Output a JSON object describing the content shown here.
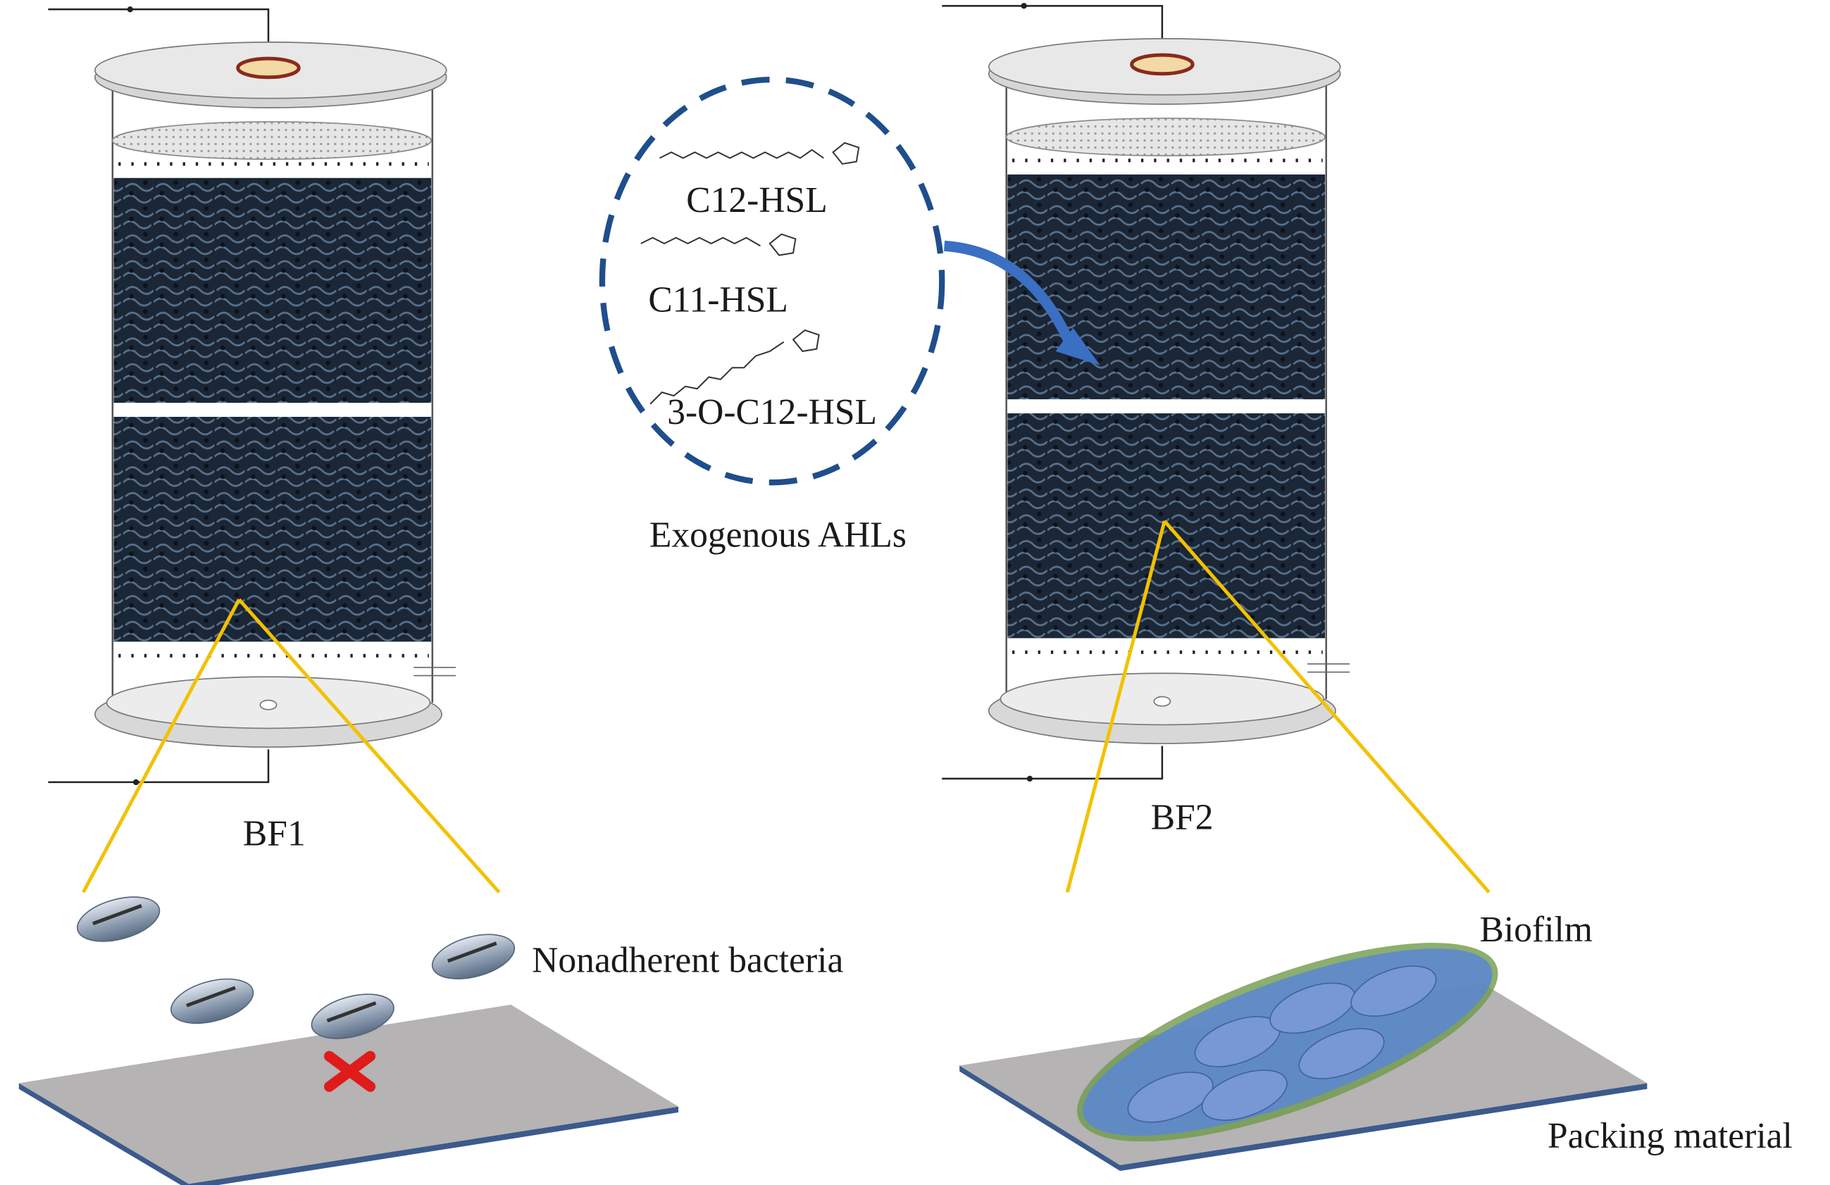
{
  "labels": {
    "c12": "C12-HSL",
    "c11": "C11-HSL",
    "oc12": "3-O-C12-HSL",
    "exogenous": "Exogenous AHLs",
    "bf1": "BF1",
    "bf2": "BF2",
    "nonadherent": "Nonadherent bacteria",
    "biofilm": "Biofilm",
    "packing": "Packing material"
  },
  "colors": {
    "dashed_circle": "#1f4e8c",
    "arrow": "#3a6fc4",
    "zoom_lines": "#f2c200",
    "foam": "#1e2a38",
    "plate": "#b5b3b3",
    "plate_edge": "#3c5a8c",
    "cross": "#e01b1b",
    "biofilm_fill": "#5b86d6",
    "biofilm_edge": "#6f9a4a"
  }
}
